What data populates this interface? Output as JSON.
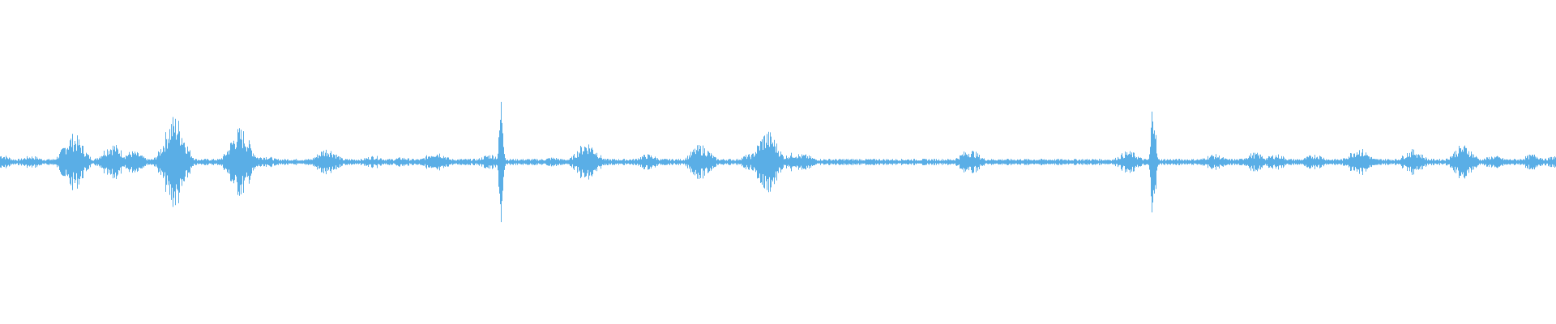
{
  "waveform": {
    "color": "#5aaee6",
    "background": "#ffffff",
    "baseline_amplitude": 0.02,
    "peaks": [
      {
        "t": 0.0,
        "a": 0.05
      },
      {
        "t": 0.02,
        "a": 0.04
      },
      {
        "t": 0.047,
        "a": 0.18
      },
      {
        "t": 0.072,
        "a": 0.12
      },
      {
        "t": 0.085,
        "a": 0.07
      },
      {
        "t": 0.112,
        "a": 0.3
      },
      {
        "t": 0.154,
        "a": 0.22
      },
      {
        "t": 0.17,
        "a": 0.04
      },
      {
        "t": 0.21,
        "a": 0.09
      },
      {
        "t": 0.24,
        "a": 0.04
      },
      {
        "t": 0.258,
        "a": 0.03
      },
      {
        "t": 0.28,
        "a": 0.07
      },
      {
        "t": 0.315,
        "a": 0.05
      },
      {
        "t": 0.322,
        "a": 0.44
      },
      {
        "t": 0.355,
        "a": 0.03
      },
      {
        "t": 0.377,
        "a": 0.13
      },
      {
        "t": 0.416,
        "a": 0.05
      },
      {
        "t": 0.45,
        "a": 0.11
      },
      {
        "t": 0.482,
        "a": 0.05
      },
      {
        "t": 0.493,
        "a": 0.2
      },
      {
        "t": 0.51,
        "a": 0.06
      },
      {
        "t": 0.516,
        "a": 0.05
      },
      {
        "t": 0.578,
        "a": 0.02
      },
      {
        "t": 0.623,
        "a": 0.08
      },
      {
        "t": 0.68,
        "a": 0.02
      },
      {
        "t": 0.725,
        "a": 0.07
      },
      {
        "t": 0.741,
        "a": 0.5
      },
      {
        "t": 0.78,
        "a": 0.05
      },
      {
        "t": 0.806,
        "a": 0.06
      },
      {
        "t": 0.82,
        "a": 0.05
      },
      {
        "t": 0.845,
        "a": 0.05
      },
      {
        "t": 0.873,
        "a": 0.09
      },
      {
        "t": 0.908,
        "a": 0.08
      },
      {
        "t": 0.94,
        "a": 0.11
      },
      {
        "t": 0.96,
        "a": 0.04
      },
      {
        "t": 0.985,
        "a": 0.05
      },
      {
        "t": 1.0,
        "a": 0.04
      }
    ]
  }
}
